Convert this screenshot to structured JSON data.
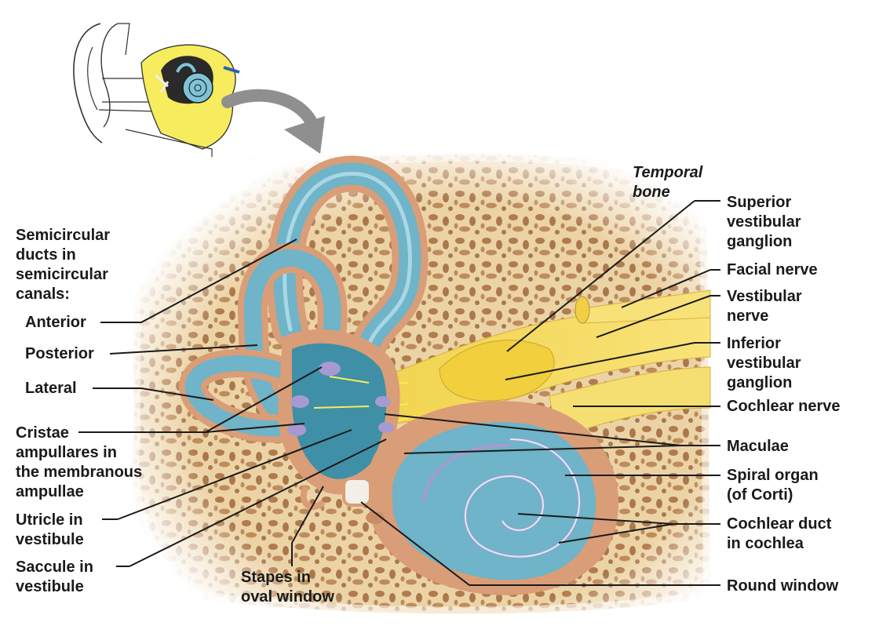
{
  "labels": {
    "temporal_bone": "Temporal\nbone",
    "semicircular_heading": "Semicircular\nducts in\nsemicircular\ncanals:",
    "anterior": "Anterior",
    "posterior": "Posterior",
    "lateral": "Lateral",
    "cristae": "Cristae\nampullares in\nthe membranous\nampullae",
    "utricle": "Utricle in\nvestibule",
    "saccule": "Saccule in\nvestibule",
    "stapes": "Stapes in\noval window",
    "superior_ganglion": "Superior\nvestibular\nganglion",
    "facial_nerve": "Facial nerve",
    "vestibular_nerve": "Vestibular\nnerve",
    "inferior_ganglion": "Inferior\nvestibular\nganglion",
    "cochlear_nerve": "Cochlear nerve",
    "maculae": "Maculae",
    "spiral_organ": "Spiral organ\n(of Corti)",
    "cochlear_duct": "Cochlear duct\nin cochlea",
    "round_window": "Round window"
  },
  "colors": {
    "bone": "#e9cfa2",
    "bone_pore": "#a0683a",
    "membrane": "#6fb4c8",
    "membrane_dark": "#2f6f86",
    "bony_wall": "#d99d78",
    "nerve": "#f4d94a",
    "highlight": "#f7ee5a",
    "arrow": "#8f8f8f"
  }
}
